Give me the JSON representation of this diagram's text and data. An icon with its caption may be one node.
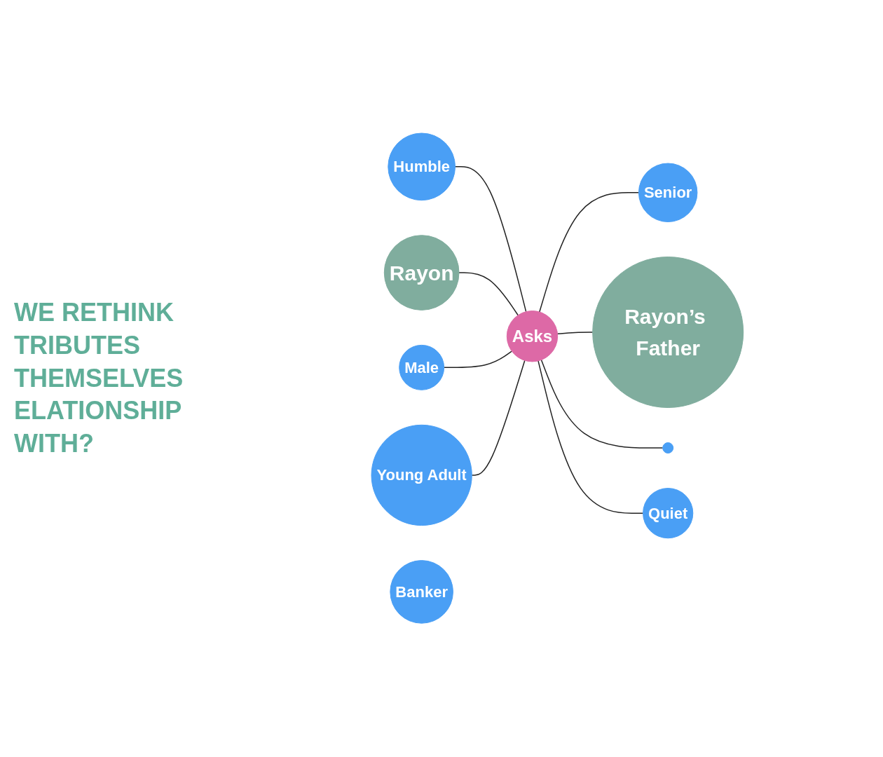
{
  "diagram": {
    "nodes": [
      {
        "text": [
          "Humble"
        ]
      },
      {
        "text": [
          "Rayon"
        ]
      },
      {
        "text": [
          "Male"
        ]
      },
      {
        "text": [
          "Young Adult"
        ]
      },
      {
        "text": [
          "Asks"
        ]
      },
      {
        "text": [
          "Senior"
        ]
      },
      {
        "text": [
          "Quiet"
        ]
      },
      {
        "text": [
          "Rayon’s Father"
        ]
      },
      {
        "text": [
          "Banker"
        ]
      },
      {
        "text": [],
        "shape": "circle"
      }
    ],
    "edges": [
      {
        "from": 0,
        "to": 4,
        "arrow": "none"
      },
      {
        "from": 1,
        "to": 4,
        "arrow": "none"
      },
      {
        "from": 2,
        "to": 4,
        "arrow": "none"
      },
      {
        "from": 3,
        "to": 4,
        "arrow": "none"
      },
      {
        "from": 4,
        "to": 5,
        "arrow": "none"
      },
      {
        "from": 4,
        "to": 7,
        "arrow": "none"
      },
      {
        "from": 4,
        "to": 9,
        "arrow": "none"
      },
      {
        "from": 4,
        "to": 6,
        "arrow": "none"
      }
    ],
    "labels": [
      "WE RETHINK TRIBUTES THEMSELVES ELATIONSHIP WITH?"
    ]
  }
}
